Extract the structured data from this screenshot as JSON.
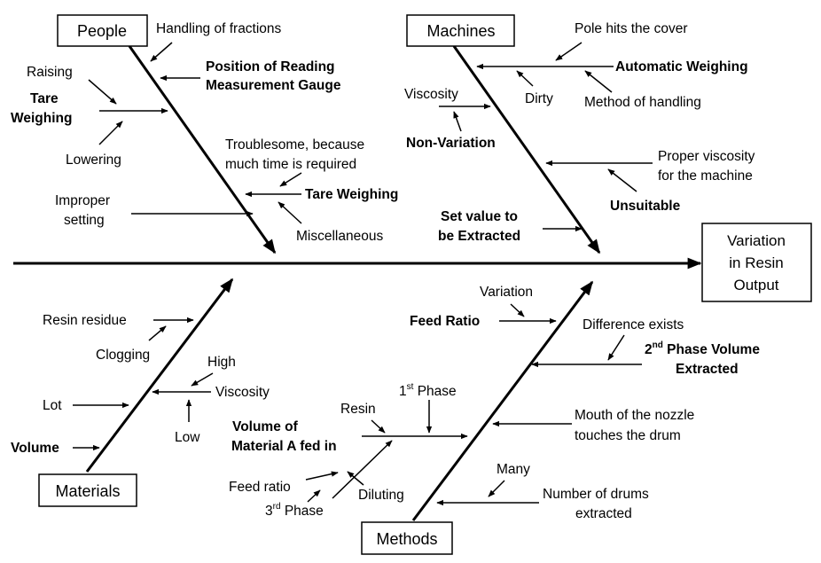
{
  "effect": {
    "line1": "Variation",
    "line2": "in Resin",
    "line3": "Output"
  },
  "categories": {
    "people": "People",
    "machines": "Machines",
    "materials": "Materials",
    "methods": "Methods"
  },
  "people": {
    "handling_fractions": "Handling  of fractions",
    "position_line1": "Position of Reading",
    "position_line2": "Measurement Gauge",
    "raising": "Raising",
    "tare_line1": "Tare",
    "tare_line2": "Weighing",
    "lowering": "Lowering",
    "troublesome_line1": "Troublesome, because",
    "troublesome_line2": "much time is required",
    "tare_weighing": "Tare Weighing",
    "improper_line1": "Improper",
    "improper_line2": "setting",
    "miscellaneous": "Miscellaneous"
  },
  "machines": {
    "pole_hits": "Pole hits the cover",
    "automatic_weighing": "Automatic Weighing",
    "viscosity": "Viscosity",
    "dirty": "Dirty",
    "method_handling": "Method of handling",
    "non_variation": "Non-Variation",
    "proper_line1": "Proper viscosity",
    "proper_line2": "for the machine",
    "unsuitable": "Unsuitable",
    "set_value_line1": "Set value to",
    "set_value_line2": "be Extracted"
  },
  "materials": {
    "resin_residue": "Resin residue",
    "clogging": "Clogging",
    "high": "High",
    "viscosity": "Viscosity",
    "lot": "Lot",
    "low": "Low",
    "volume": "Volume"
  },
  "methods": {
    "variation": "Variation",
    "feed_ratio": "Feed Ratio",
    "difference_exists": "Difference exists",
    "phase2_num": "2",
    "phase2_sup": "nd",
    "phase2_rest": " Phase Volume",
    "extracted": "Extracted",
    "phase1_num": "1",
    "phase1_sup": "st",
    "phase1_rest": " Phase",
    "resin": "Resin",
    "mouth_line1": "Mouth of the nozzle",
    "mouth_line2": "touches the drum",
    "volume_a_line1": "Volume of",
    "volume_a_line2": "Material A fed in",
    "feed_ratio_small": "Feed ratio",
    "diluting": "Diluting",
    "phase3_num": "3",
    "phase3_sup": "rd",
    "phase3_rest": " Phase",
    "many": "Many",
    "drums_line1": "Number of drums",
    "drums_line2": "extracted"
  }
}
